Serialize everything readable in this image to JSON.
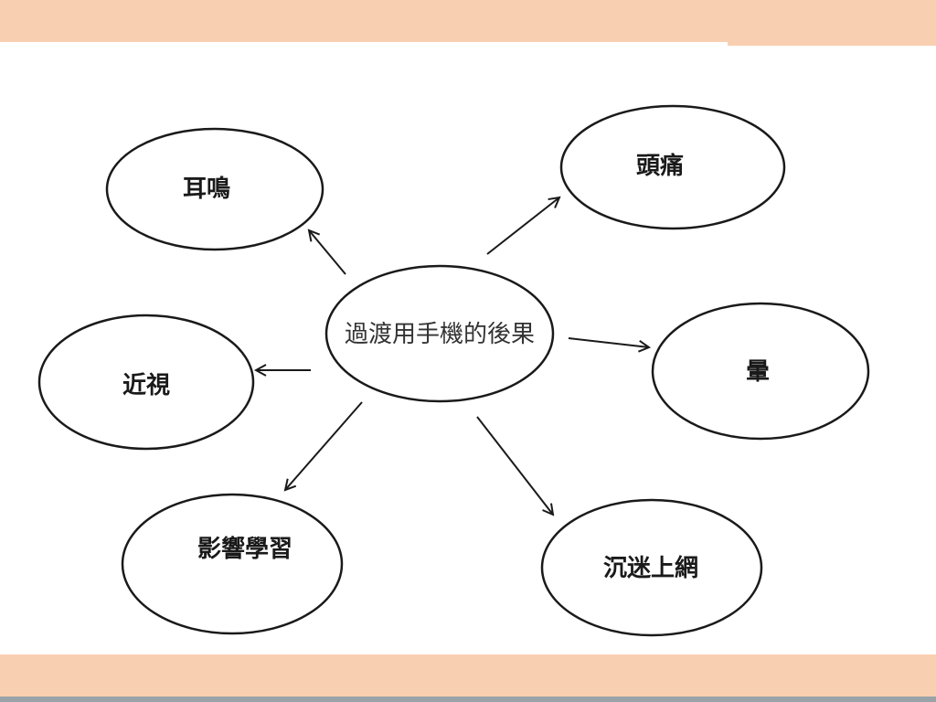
{
  "diagram": {
    "center": {
      "label": "過渡用手機的後果"
    },
    "nodes": [
      {
        "id": "ear",
        "label": "耳鳴"
      },
      {
        "id": "headache",
        "label": "頭痛"
      },
      {
        "id": "myopia",
        "label": "近視"
      },
      {
        "id": "dizzy",
        "label": "暈"
      },
      {
        "id": "study",
        "label": "影響學習"
      },
      {
        "id": "addiction",
        "label": "沉迷上網"
      }
    ]
  },
  "colors": {
    "band": "#f9cfb1",
    "stroke": "#1a1a1a",
    "background": "#ffffff"
  }
}
